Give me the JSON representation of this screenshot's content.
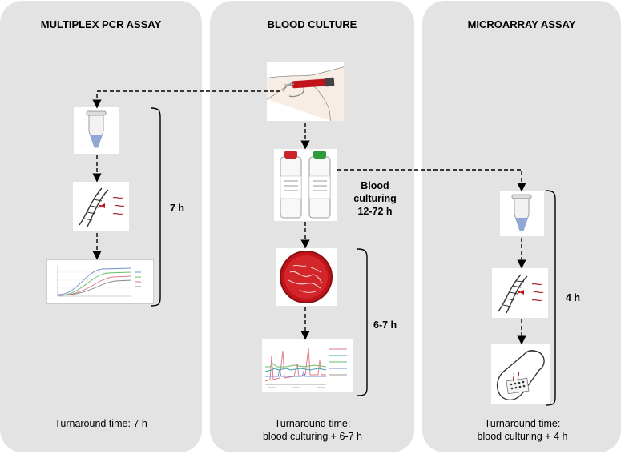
{
  "panels": [
    {
      "title": "MULTIPLEX PCR ASSAY",
      "duration": "7 h",
      "turnaround": "Turnaround time: 7 h"
    },
    {
      "title": "BLOOD CULTURE",
      "culturing_label_1": "Blood",
      "culturing_label_2": "culturing",
      "culturing_label_3": "12-72 h",
      "duration": "6-7 h",
      "turnaround_line1": "Turnaround time:",
      "turnaround_line2": "blood culturing + 6-7 h"
    },
    {
      "title": "MICROARRAY ASSAY",
      "duration": "4 h",
      "turnaround_line1": "Turnaround time:",
      "turnaround_line2": "blood culturing + 4 h"
    }
  ],
  "colors": {
    "panel": "#e3e3e3",
    "blood": "#c0141a",
    "green_cap": "#2e9a3a",
    "red_cap": "#c8242a",
    "tube_liquid": "#8fa8d8"
  },
  "icons": [
    "blood-draw-icon",
    "tube-icon",
    "dna-extraction-icon",
    "pcr-curve-icon",
    "culture-bottles-icon",
    "petri-dish-icon",
    "spectrum-icon",
    "microarray-icon"
  ]
}
